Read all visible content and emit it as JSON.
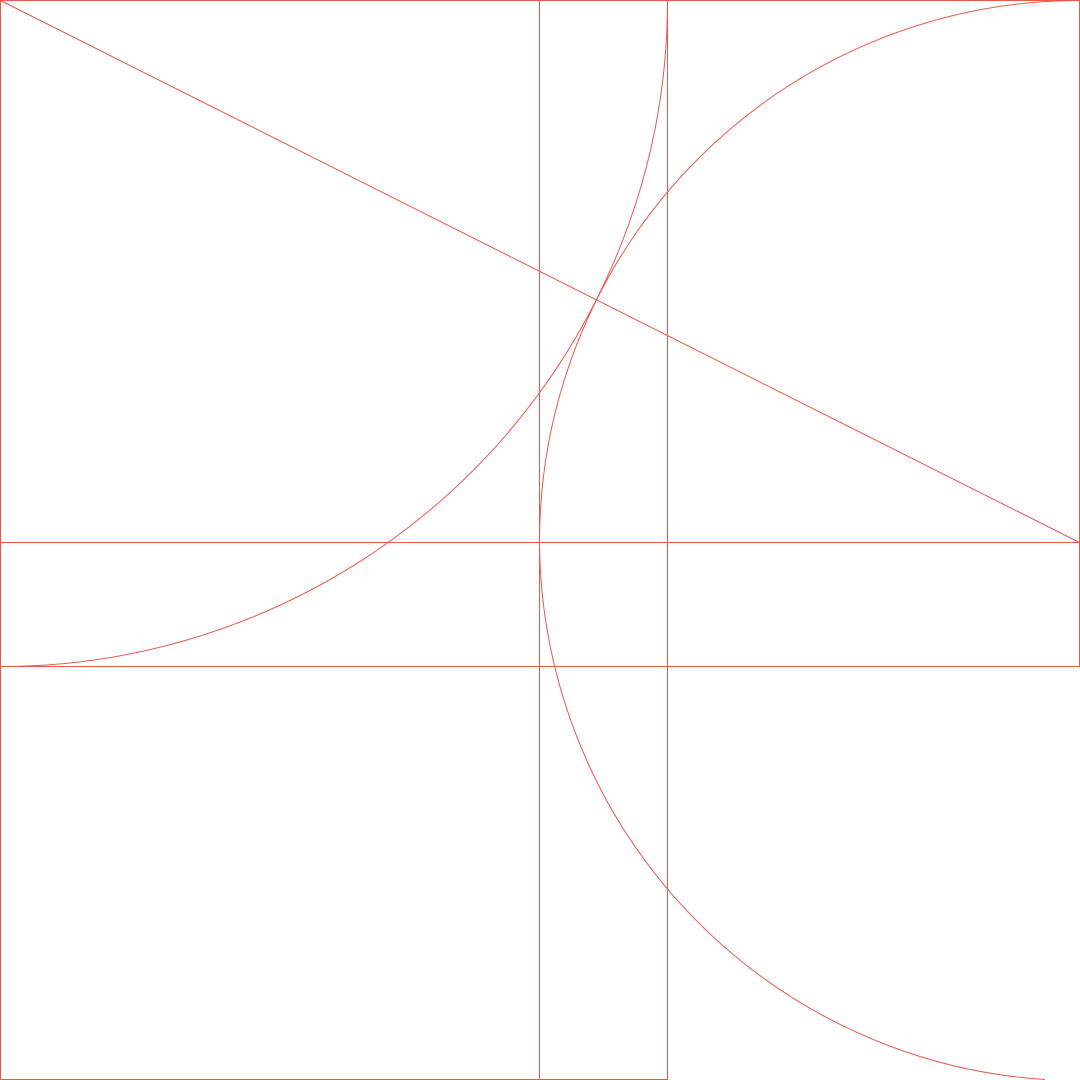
{
  "diagram": {
    "stroke_color": "#e8584c",
    "background_color": "#ffffff",
    "elements": [
      "outer-rectangle",
      "vertical-line-left",
      "vertical-line-right",
      "horizontal-line-top",
      "horizontal-line-bottom",
      "diagonal-line",
      "left-quarter-arc",
      "right-half-arc"
    ]
  }
}
